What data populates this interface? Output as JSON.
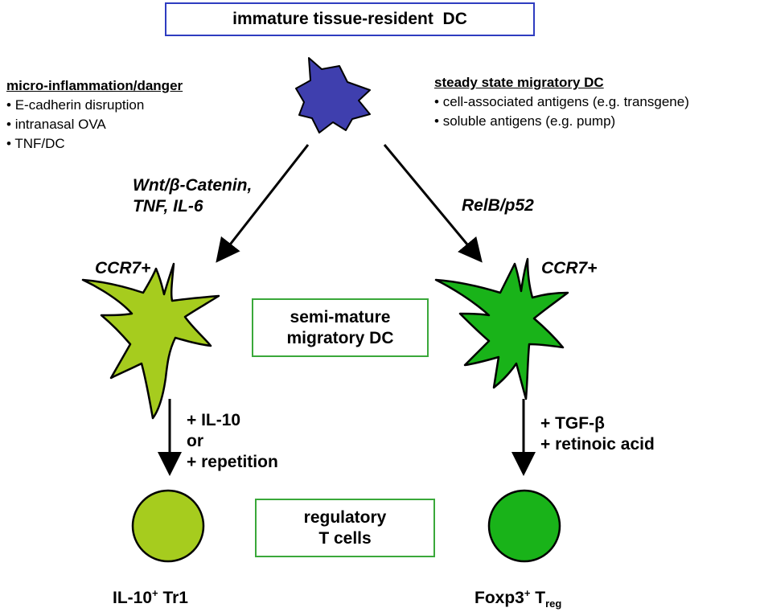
{
  "top_box": {
    "label": "immature tissue-resident  DC"
  },
  "left_panel": {
    "heading": "micro-inflammation/danger",
    "items": [
      "E-cadherin disruption",
      "intranasal OVA",
      "TNF/DC"
    ]
  },
  "right_panel": {
    "heading": "steady state migratory DC",
    "items": [
      "cell-associated antigens (e.g. transgene)",
      "soluble antigens (e.g. pump)"
    ]
  },
  "bullet": "•",
  "left_pathway": {
    "line1": "Wnt/β-Catenin,",
    "line2": "TNF, IL-6"
  },
  "right_pathway": {
    "line1": "RelB/p52"
  },
  "left_marker": "CCR7+",
  "right_marker": "CCR7+",
  "middle_box": {
    "line1": "semi-mature",
    "line2": "migratory DC"
  },
  "bottom_box": {
    "line1": "regulatory",
    "line2": "T cells"
  },
  "left_treatment": {
    "line1": "+ IL-10",
    "line2": "or",
    "line3": "+ repetition"
  },
  "right_treatment": {
    "line1": "+ TGF-β",
    "line2": "+ retinoic acid"
  },
  "left_cell": {
    "main": "IL-10",
    "sup": "+",
    "rest": " Tr1"
  },
  "right_cell": {
    "main": "Foxp3",
    "sup": "+",
    "rest": " T",
    "sub": "reg"
  },
  "colors": {
    "immature_dc": "#3f3fae",
    "left_dc": "#a6cc1e",
    "right_dc": "#19b319",
    "top_box_border": "#2e3cc0",
    "green_box_border": "#3aa83a"
  }
}
